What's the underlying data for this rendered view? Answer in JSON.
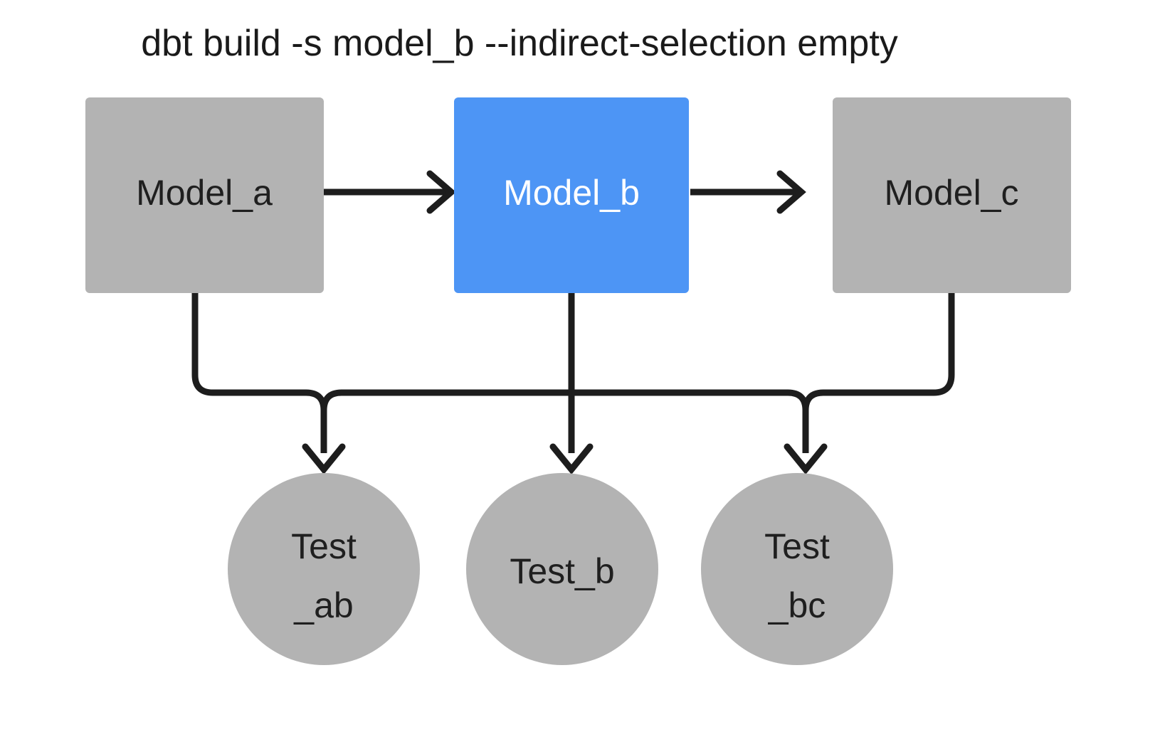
{
  "diagram": {
    "title": "dbt build -s model_b --indirect-selection empty",
    "background_color": "#ffffff",
    "default_node_color": "#b3b3b3",
    "selected_node_color": "#4d95f5",
    "edge_color": "#1d1d1d",
    "text_color": "#1f1f1f",
    "selected_text_color": "#ffffff",
    "nodes": {
      "model_a": {
        "label": "Model_a",
        "shape": "rectangle",
        "color": "#b3b3b3",
        "selected": "false"
      },
      "model_b": {
        "label": "Model_b",
        "shape": "rectangle",
        "color": "#4d95f5",
        "selected": "true"
      },
      "model_c": {
        "label": "Model_c",
        "shape": "rectangle",
        "color": "#b3b3b3",
        "selected": "false"
      },
      "test_ab": {
        "label_line1": "Test",
        "label_line2": "_ab",
        "shape": "circle",
        "color": "#b3b3b3",
        "selected": "false"
      },
      "test_b": {
        "label_line1": "Test_b",
        "label_line2": "",
        "shape": "circle",
        "color": "#b3b3b3",
        "selected": "false"
      },
      "test_bc": {
        "label_line1": "Test",
        "label_line2": "_bc",
        "shape": "circle",
        "color": "#b3b3b3",
        "selected": "false"
      }
    },
    "edges": [
      {
        "from": "model_a",
        "to": "model_b",
        "style": "solid-arrow"
      },
      {
        "from": "model_b",
        "to": "model_c",
        "style": "solid-arrow"
      },
      {
        "from": "model_a",
        "to": "test_ab",
        "style": "solid-arrow"
      },
      {
        "from": "model_b",
        "to": "test_ab",
        "style": "solid-arrow"
      },
      {
        "from": "model_b",
        "to": "test_b",
        "style": "solid-arrow"
      },
      {
        "from": "model_b",
        "to": "test_bc",
        "style": "solid-arrow"
      },
      {
        "from": "model_c",
        "to": "test_bc",
        "style": "solid-arrow"
      }
    ]
  }
}
